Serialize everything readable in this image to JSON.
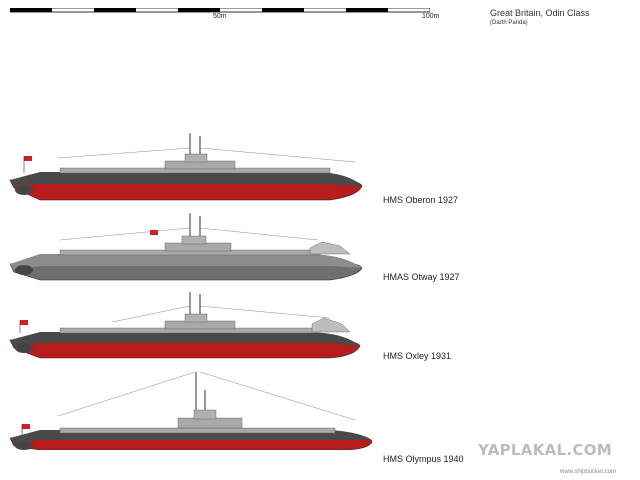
{
  "header": {
    "title": "Great Britain, Odin Class",
    "subtitle": "(Darth Panda)"
  },
  "scale": {
    "mid_label": "50m",
    "end_label": "100m"
  },
  "submarines": [
    {
      "label": "HMS Oberon 1927",
      "hull_color": "#b71d1d"
    },
    {
      "label": "HMAS Otway 1927",
      "hull_color": "#6f6f6f"
    },
    {
      "label": "HMS Oxley 1931",
      "hull_color": "#b71d1d"
    },
    {
      "label": "HMS Olympus 1940",
      "hull_color": "#b71d1d"
    }
  ],
  "watermark": "YAPLAKAL.COM",
  "credit": "www.shipbucket.com",
  "colors": {
    "deck_grey": "#a9a9a9",
    "dark_band": "#3a3a3a",
    "ensign_red": "#cc2222"
  }
}
